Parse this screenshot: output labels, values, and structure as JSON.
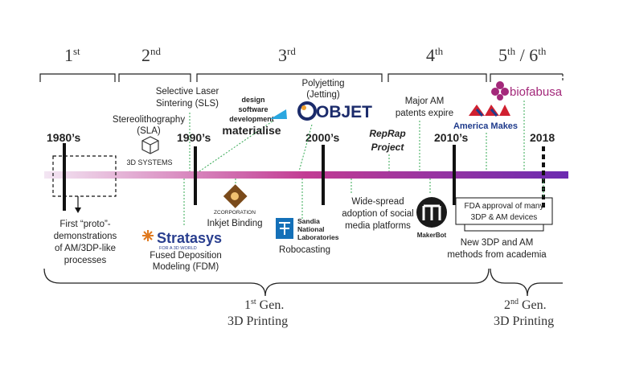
{
  "colors": {
    "timeline_start": "#f3e6f3",
    "timeline_mid": "#c23c93",
    "timeline_end": "#6b2bb0",
    "green_leader": "#34a853",
    "ink": "#111111",
    "biofab": "#a3287a",
    "america_makes_red": "#d02030",
    "america_makes_blue": "#1f3b8c",
    "stratasys_orange": "#e07a1f",
    "stratasys_blue": "#2a3f8f",
    "objet_blue": "#1b2b6b",
    "objet_orange": "#f2a12e",
    "materialise_blue": "#2aa7e0",
    "sandia_blue": "#1470b8"
  },
  "generations_top": [
    {
      "num": "1",
      "sup": "st"
    },
    {
      "num": "2",
      "sup": "nd"
    },
    {
      "num": "3",
      "sup": "rd"
    },
    {
      "num": "4",
      "sup": "th"
    },
    {
      "num": "5",
      "sup": "th",
      "sep": " / ",
      "num2": "6",
      "sup2": "th"
    }
  ],
  "decades": [
    "1980’s",
    "1990’s",
    "2000’s",
    "2010’s",
    "2018"
  ],
  "events_above": {
    "sls": [
      "Selective Laser",
      "Sintering (SLS)"
    ],
    "sla": [
      "Stereolithography",
      "(SLA)"
    ],
    "design": [
      "design",
      "software",
      "development"
    ],
    "polyjet": [
      "Polyjetting",
      "(Jetting)"
    ],
    "amp": [
      "Major AM",
      "patents expire"
    ],
    "reprap": [
      "RepRap",
      "Project"
    ]
  },
  "events_below": {
    "proto": [
      "First “proto”-",
      "demonstrations",
      "of AM/3DP-like",
      "processes"
    ],
    "inkjet": "Inkjet Binding",
    "fdm": [
      "Fused Deposition",
      "Modeling (FDM)"
    ],
    "robocasting": "Robocasting",
    "social": [
      "Wide-spread",
      "adoption of social",
      "media platforms"
    ],
    "fda": [
      "FDA approval of many",
      "3DP & AM devices"
    ],
    "academia": [
      "New 3DP and AM",
      "methods from academia"
    ]
  },
  "logos": {
    "systems3d": "3D SYSTEMS",
    "materialise": "materialise",
    "objet": "OBJET",
    "biofab": "biofabusa",
    "america_makes": "America Makes",
    "zcorp": "ZCORPORATION",
    "stratasys": "Stratasys",
    "stratasys_tag": "FOR A 3D WORLD",
    "sandia": [
      "Sandia",
      "National",
      "Laboratories"
    ],
    "makerbot": "MakerBot"
  },
  "generations_bottom": [
    {
      "num": "1",
      "sup": "st",
      "rest": " Gen.",
      "line2": "3D Printing"
    },
    {
      "num": "2",
      "sup": "nd",
      "rest": " Gen.",
      "line2": "3D Printing"
    }
  ]
}
